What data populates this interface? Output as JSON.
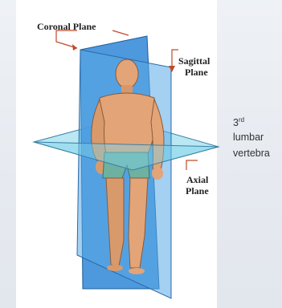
{
  "labels": {
    "coronal": "Coronal Plane",
    "sagittal_line1": "Sagittal",
    "sagittal_line2": "Plane",
    "axial_line1": "Axial",
    "axial_line2": "Plane"
  },
  "side_note": {
    "number": "3",
    "ordinal": "rd",
    "line2": "lumbar",
    "line3": "vertebra"
  },
  "colors": {
    "coronal_fill": "#2f86d8",
    "sagittal_fill": "#5aa9e6",
    "axial_fill": "#7fd3e8",
    "skin": "#e3a477",
    "shorts": "#6fb1a0",
    "leader_line": "#c04a2a"
  }
}
